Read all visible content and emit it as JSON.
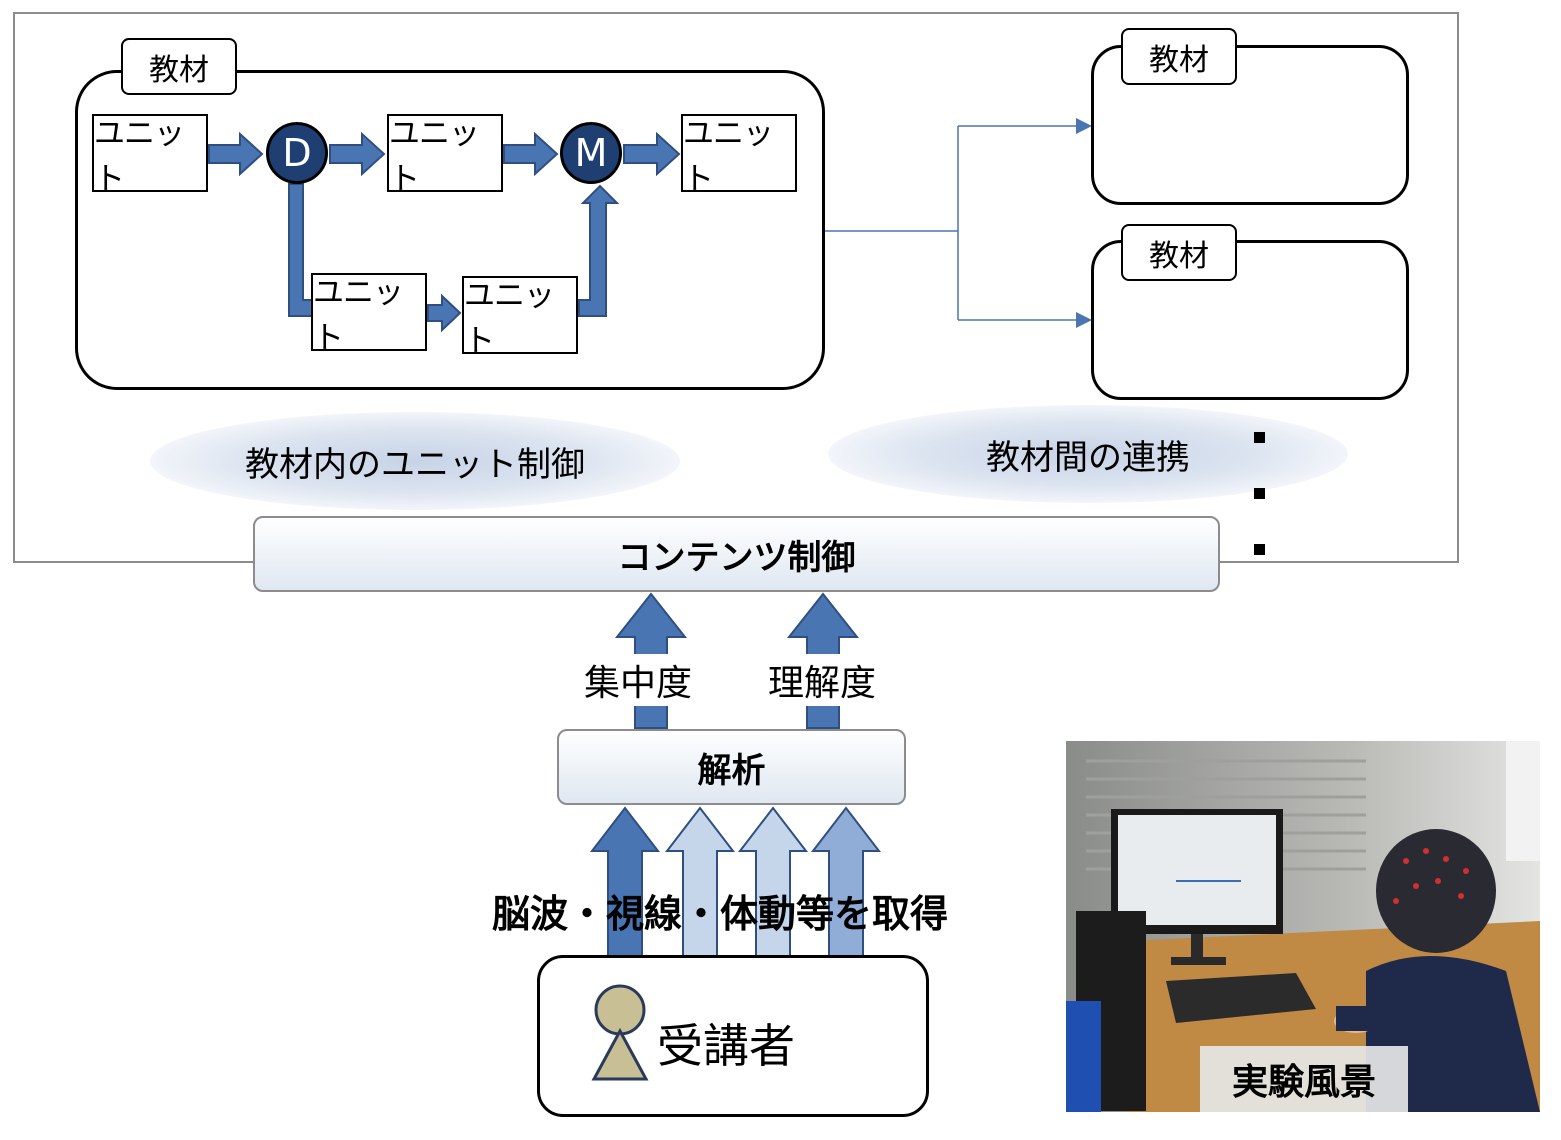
{
  "material_box": {
    "tag": "教材",
    "units": [
      "ユニット",
      "ユニット",
      "ユニット",
      "ユニット",
      "ユニット"
    ],
    "decision_node": "D",
    "merge_node": "M"
  },
  "linked_materials": [
    {
      "tag": "教材"
    },
    {
      "tag": "教材"
    }
  ],
  "captions": {
    "intra": "教材内のユニット制御",
    "inter": "教材間の連携"
  },
  "content_control": "コンテンツ制御",
  "metrics": [
    "集中度",
    "理解度"
  ],
  "analysis": "解析",
  "acquisition": "脳波・視線・体動等を取得",
  "learner": "受講者",
  "photo_caption": "実験風景",
  "colors": {
    "arrow_dark": "#4a75b3",
    "arrow_light": "#c6d6ea",
    "node": "#1f3f73",
    "person": "#c8bf94"
  }
}
